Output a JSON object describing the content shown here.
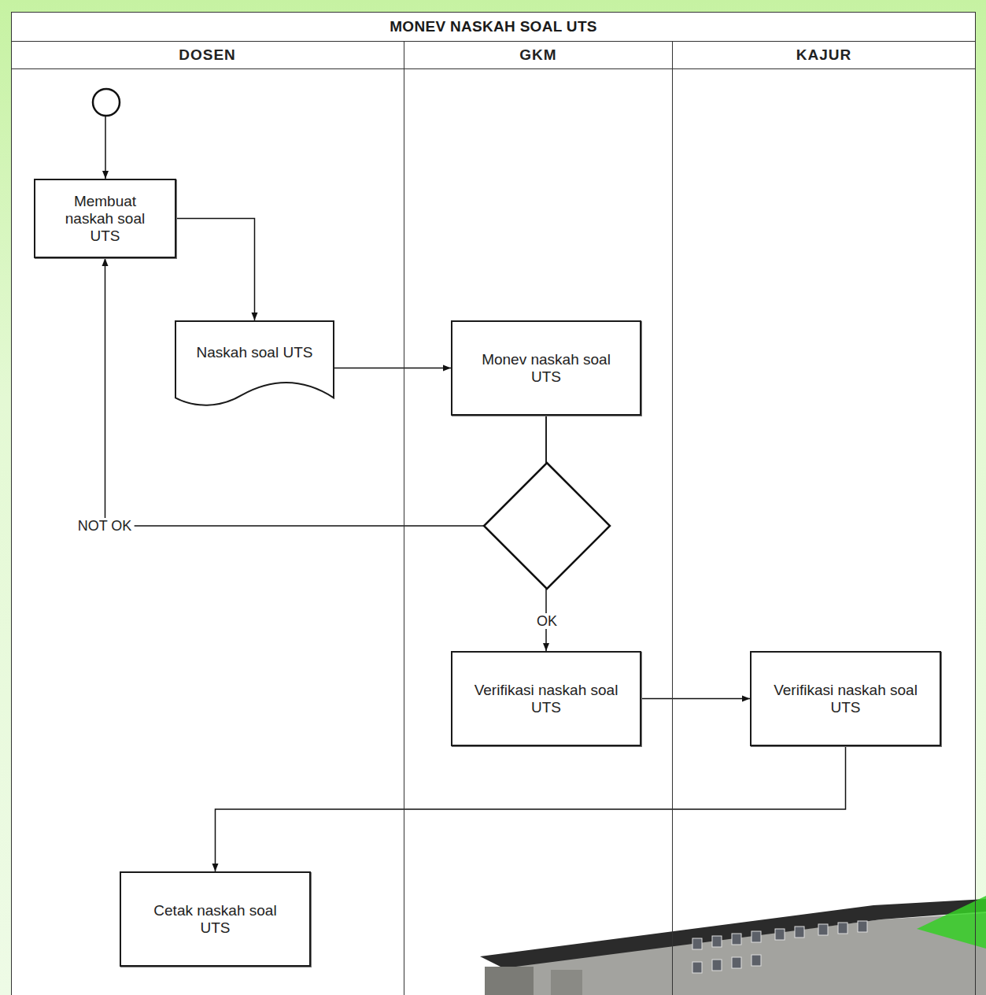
{
  "diagram": {
    "title": "MONEV NASKAH SOAL UTS",
    "nodes": [
      {
        "text": [
          "DOSEN"
        ]
      },
      {
        "text": [
          "GKM"
        ]
      },
      {
        "text": [
          "KAJUR"
        ]
      },
      {
        "text": [
          "Membuat naskah soal UTS"
        ],
        "in": 0
      },
      {
        "text": [
          "Naskah soal UTS"
        ],
        "in": 0
      },
      {
        "text": [
          "Monev naskah soal UTS"
        ],
        "in": 1
      },
      {
        "text": [
          "Verifikasi naskah soal UTS"
        ],
        "in": 1
      },
      {
        "text": [
          "Verifikasi naskah soal UTS"
        ],
        "in": 2
      },
      {
        "text": [
          "Cetak naskah soal UTS"
        ],
        "in": 0
      }
    ],
    "edges": [
      {
        "from": 3,
        "to": 4,
        "arrow": "to"
      },
      {
        "from": 4,
        "to": 5,
        "arrow": "to"
      },
      {
        "from": 5,
        "to": 3,
        "label": "NOT OK",
        "arrow": "to"
      },
      {
        "from": 5,
        "to": 6,
        "label": "OK",
        "arrow": "to"
      },
      {
        "from": 6,
        "to": 7,
        "arrow": "to"
      },
      {
        "from": 7,
        "to": 8,
        "arrow": "to"
      }
    ]
  }
}
